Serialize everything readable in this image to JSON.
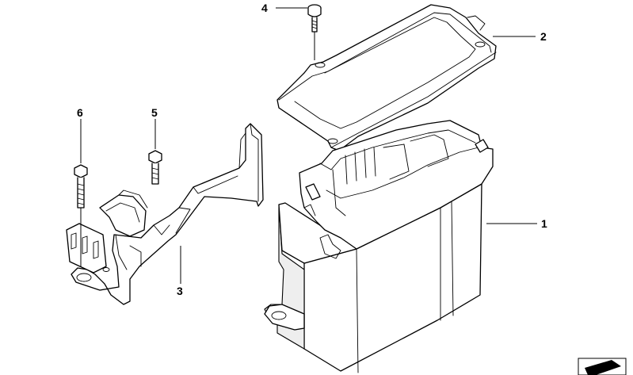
{
  "callouts": [
    {
      "id": "1",
      "label": "1"
    },
    {
      "id": "2",
      "label": "2"
    },
    {
      "id": "3",
      "label": "3"
    },
    {
      "id": "4",
      "label": "4"
    },
    {
      "id": "5",
      "label": "5"
    },
    {
      "id": "6",
      "label": "6"
    }
  ],
  "icons": {
    "corner_badge": "folder-badge-icon"
  }
}
